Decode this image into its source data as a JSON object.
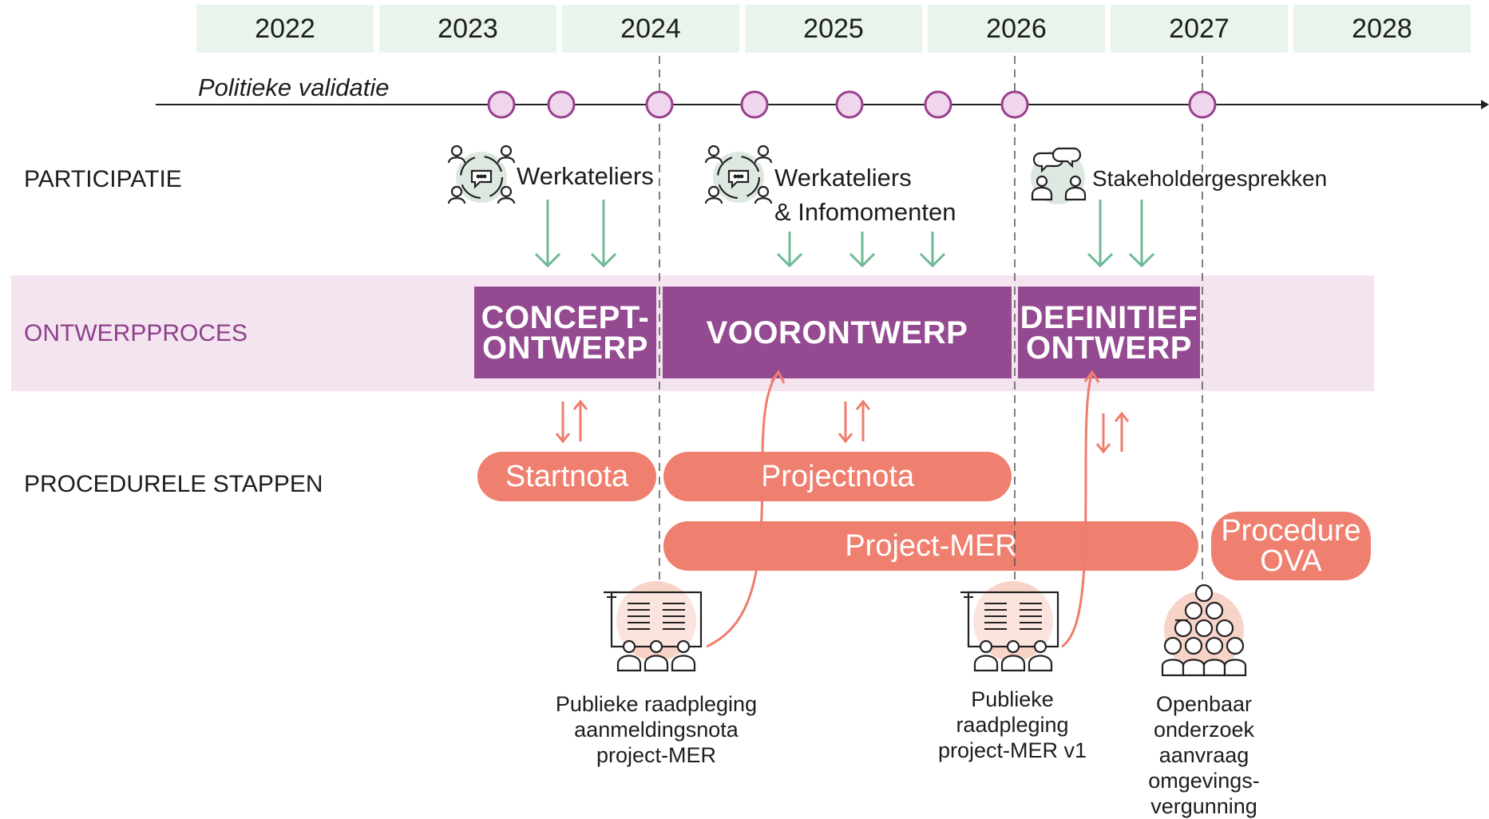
{
  "years": [
    "2022",
    "2023",
    "2024",
    "2025",
    "2026",
    "2027",
    "2028"
  ],
  "timeline_label": "Politieke validatie",
  "lanes": {
    "participatie": "PARTICIPATIE",
    "ontwerpproces": "ONTWERPPROCES",
    "procedurele": "PROCEDURELE STAPPEN"
  },
  "participatie_labels": {
    "werkateliers": "Werkateliers",
    "werkateliers_info_1": "Werkateliers",
    "werkateliers_info_2": "& Infomomenten",
    "stakeholder": "Stakeholdergesprekken"
  },
  "phases": {
    "concept_1": "CONCEPT-",
    "concept_2": "ONTWERP",
    "voorontwerp": "VOORONTWERP",
    "definitief_1": "DEFINITIEF",
    "definitief_2": "ONTWERP"
  },
  "procedures": {
    "startnota": "Startnota",
    "projectnota": "Projectnota",
    "project_mer": "Project-MER",
    "ova_1": "Procedure",
    "ova_2": "OVA"
  },
  "captions": {
    "raadpleging_1": [
      "Publieke raadpleging",
      "aanmeldingsnota",
      "project-MER"
    ],
    "raadpleging_2": [
      "Publieke",
      "raadpleging",
      "project-MER v1"
    ],
    "openbaar": [
      "Openbaar",
      "onderzoek",
      "aanvraag",
      "omgevings-",
      "vergunning"
    ]
  },
  "colors": {
    "year_bg": "#e9f4ec",
    "milestone_fill": "#efd6ec",
    "milestone_stroke": "#9a3e8e",
    "band_bg": "#f4e4ef",
    "phase_bg": "#944a90",
    "pill_bg": "#ef7f6f",
    "arrow_green": "#6dbb92",
    "arrow_salmon": "#ee7d6c",
    "icon_green_bg": "#dde9e0",
    "icon_salmon_bg": "#f8d3c8"
  }
}
